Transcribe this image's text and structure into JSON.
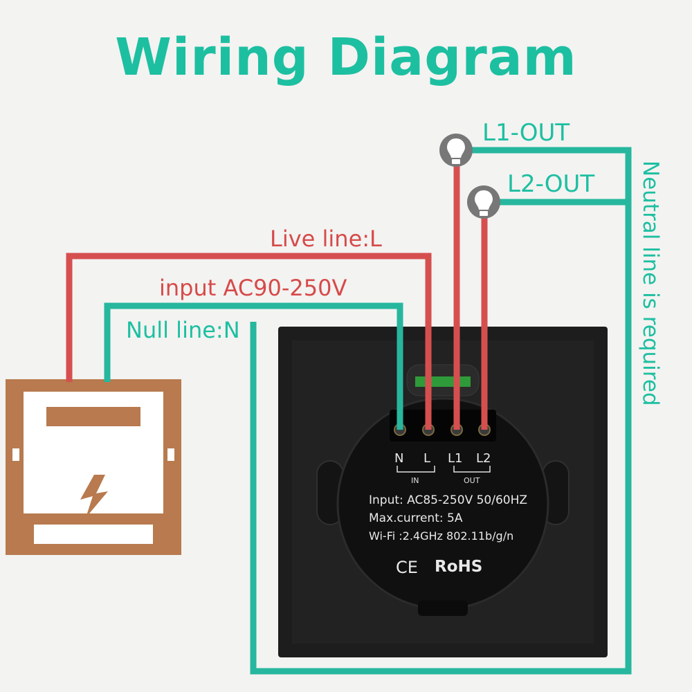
{
  "title": "Wiring Diagram",
  "labels": {
    "l1_out": "L1-OUT",
    "l2_out": "L2-OUT",
    "live_line": "Live line:L",
    "input": "input AC90-250V",
    "null_line": "Null line:N",
    "neutral_required": "Neutral line is required"
  },
  "terminals": {
    "n": "N",
    "l": "L",
    "l1": "L1",
    "l2": "L2",
    "in": "IN",
    "out": "OUT"
  },
  "specs": {
    "input": "Input: AC85-250V 50/60HZ",
    "current": "Max.current: 5A",
    "wifi": "Wi-Fi :2.4GHz 802.11b/g/n"
  },
  "marks": {
    "ce": "CE",
    "rohs": "RoHS"
  },
  "icons": {
    "bulb": "light-bulb-icon",
    "meter": "electric-meter-icon",
    "bolt": "lightning-bolt-icon"
  },
  "colors": {
    "title": "#1dbfa1",
    "teal_wire": "#26b79e",
    "red_wire": "#d64f4f",
    "label_red": "#d64a4a",
    "label_teal": "#1dbfa1",
    "meter": "#b87a4e",
    "panel": "#1c1c1c",
    "bulb": "#777777"
  }
}
